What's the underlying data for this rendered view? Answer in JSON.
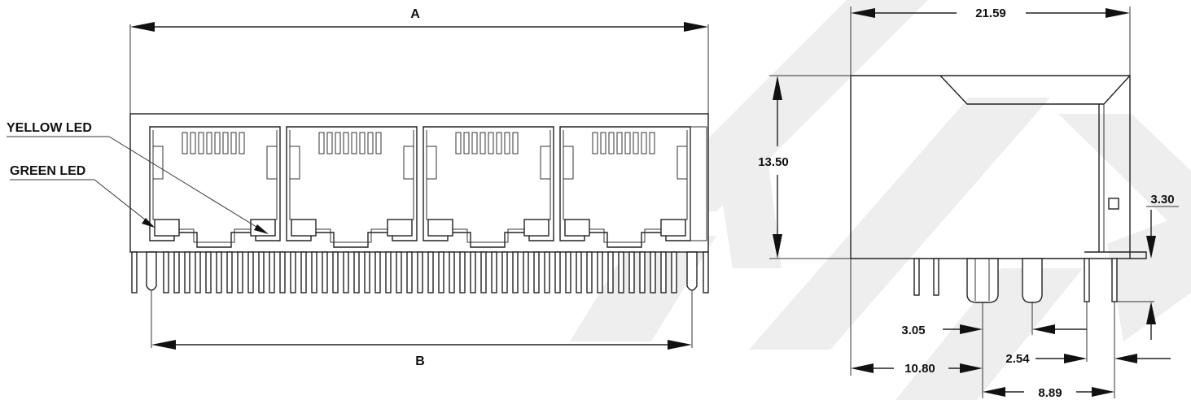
{
  "front_view": {
    "dim_a_label": "A",
    "dim_b_label": "B",
    "yellow_led_label": "YELLOW LED",
    "green_led_label": "GREEN LED",
    "port_count": 4
  },
  "side_view": {
    "dim_width": "21.59",
    "dim_height": "13.50",
    "dim_pin_height": "3.30",
    "dim_pin_pitch_1": "3.05",
    "dim_offset": "10.80",
    "dim_pin_pitch_2": "2.54",
    "dim_span": "8.89"
  },
  "colors": {
    "line": "#222222",
    "watermark": "#ececec",
    "background": "#ffffff"
  }
}
